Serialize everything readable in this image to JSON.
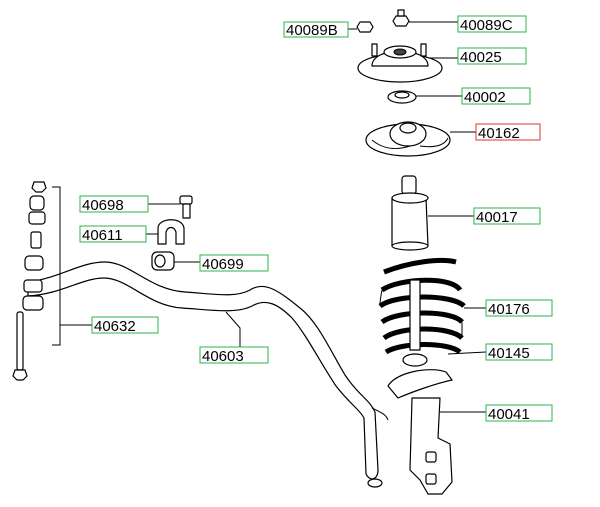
{
  "colors": {
    "label_box": "#2db34a",
    "label_box_selected": "#e0332e",
    "line": "#000000",
    "fill": "#ffffff"
  },
  "parts": [
    {
      "id": "40089B",
      "number": "40089B",
      "selected": false
    },
    {
      "id": "40089C",
      "number": "40089C",
      "selected": false
    },
    {
      "id": "40025",
      "number": "40025",
      "selected": false
    },
    {
      "id": "40002",
      "number": "40002",
      "selected": false
    },
    {
      "id": "40162",
      "number": "40162",
      "selected": true
    },
    {
      "id": "40017",
      "number": "40017",
      "selected": false
    },
    {
      "id": "40698",
      "number": "40698",
      "selected": false
    },
    {
      "id": "40611",
      "number": "40611",
      "selected": false
    },
    {
      "id": "40699",
      "number": "40699",
      "selected": false
    },
    {
      "id": "40176",
      "number": "40176",
      "selected": false
    },
    {
      "id": "40632",
      "number": "40632",
      "selected": false
    },
    {
      "id": "40145",
      "number": "40145",
      "selected": false
    },
    {
      "id": "40603",
      "number": "40603",
      "selected": false
    },
    {
      "id": "40041",
      "number": "40041",
      "selected": false
    }
  ]
}
